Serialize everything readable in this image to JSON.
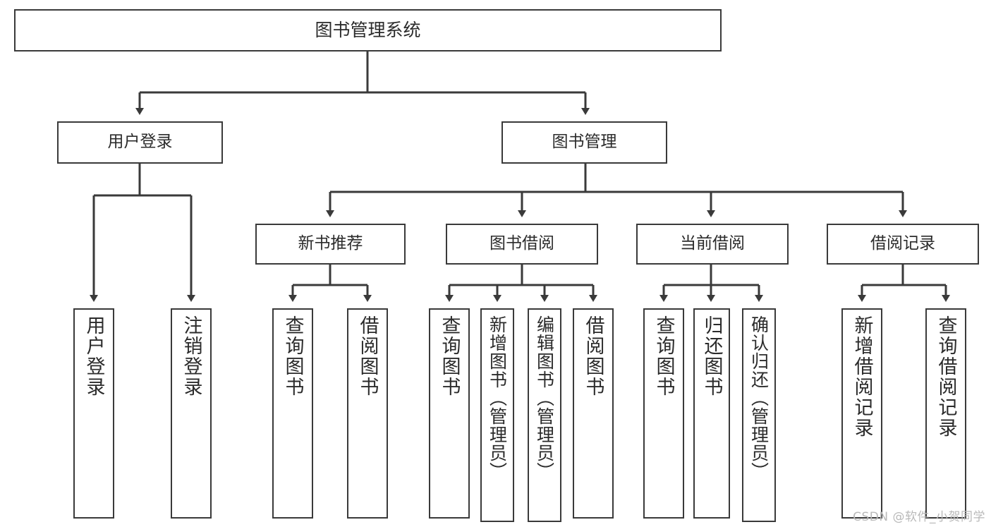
{
  "diagram": {
    "title": "图书管理系统",
    "type": "function-structure-tree",
    "root": {
      "label": "图书管理系统"
    },
    "level2": [
      {
        "id": "user-login",
        "label": "用户登录"
      },
      {
        "id": "book-management",
        "label": "图书管理"
      }
    ],
    "level3": [
      {
        "id": "new-book-recommend",
        "label": "新书推荐",
        "parent": "book-management"
      },
      {
        "id": "book-borrow",
        "label": "图书借阅",
        "parent": "book-management"
      },
      {
        "id": "current-borrow",
        "label": "当前借阅",
        "parent": "book-management"
      },
      {
        "id": "borrow-record",
        "label": "借阅记录",
        "parent": "book-management"
      }
    ],
    "leaves": [
      {
        "id": "leaf-user-login",
        "label": "用户登录",
        "parent": "user-login"
      },
      {
        "id": "leaf-logout-login",
        "label": "注销登录",
        "parent": "user-login"
      },
      {
        "id": "leaf-query-book-1",
        "label": "查询图书",
        "parent": "new-book-recommend"
      },
      {
        "id": "leaf-borrow-book-1",
        "label": "借阅图书",
        "parent": "new-book-recommend"
      },
      {
        "id": "leaf-query-book-2",
        "label": "查询图书",
        "parent": "book-borrow"
      },
      {
        "id": "leaf-add-book",
        "label": "新增图书（管理员）",
        "parent": "book-borrow",
        "admin": true
      },
      {
        "id": "leaf-edit-book",
        "label": "编辑图书（管理员）",
        "parent": "book-borrow",
        "admin": true
      },
      {
        "id": "leaf-borrow-book-2",
        "label": "借阅图书",
        "parent": "book-borrow"
      },
      {
        "id": "leaf-query-book-3",
        "label": "查询图书",
        "parent": "current-borrow"
      },
      {
        "id": "leaf-return-book",
        "label": "归还图书",
        "parent": "current-borrow"
      },
      {
        "id": "leaf-confirm-return",
        "label": "确认归还（管理员）",
        "parent": "current-borrow",
        "admin": true
      },
      {
        "id": "leaf-add-record",
        "label": "新增借阅记录",
        "parent": "borrow-record"
      },
      {
        "id": "leaf-query-record",
        "label": "查询借阅记录",
        "parent": "borrow-record"
      }
    ],
    "watermark": "CSDN @软件_小贺同学",
    "colors": {
      "stroke": "#3a3a3a",
      "background": "#ffffff",
      "text": "#2b2b2b",
      "watermark": "#b9b9b9"
    }
  }
}
